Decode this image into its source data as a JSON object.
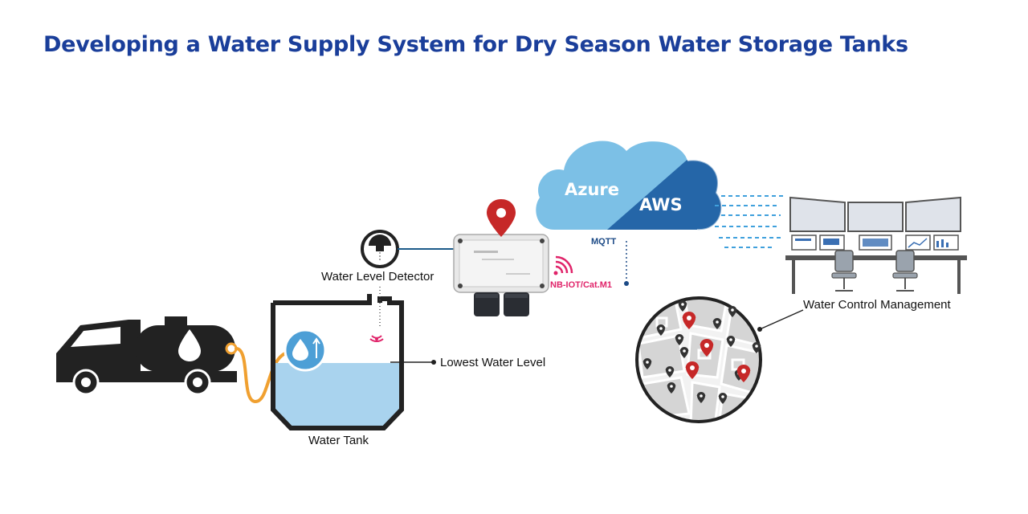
{
  "title": "Developing a Water Supply System for Dry Season Water Storage Tanks",
  "labels": {
    "water_level_detector": "Water Level Detector",
    "lowest_water_level": "Lowest Water Level",
    "water_tank": "Water Tank",
    "network": "NB-IOT/Cat.M1",
    "protocol": "MQTT",
    "cloud_left": "Azure",
    "cloud_right": "AWS",
    "control_center": "Water Control Management"
  },
  "colors": {
    "title": "#1a3e9a",
    "cloud_light": "#7cc0e6",
    "cloud_dark": "#2566a8",
    "pin_red": "#c62828",
    "signal_pink": "#e0246a",
    "water": "#a9d3ee",
    "hose": "#f0a030",
    "truck": "#222222"
  },
  "icons": [
    "truck-icon",
    "water-drop-icon",
    "level-sensor-icon",
    "gateway-device-icon",
    "location-pin-icon",
    "signal-icon",
    "cloud-icon",
    "control-room-icon",
    "map-icon"
  ]
}
